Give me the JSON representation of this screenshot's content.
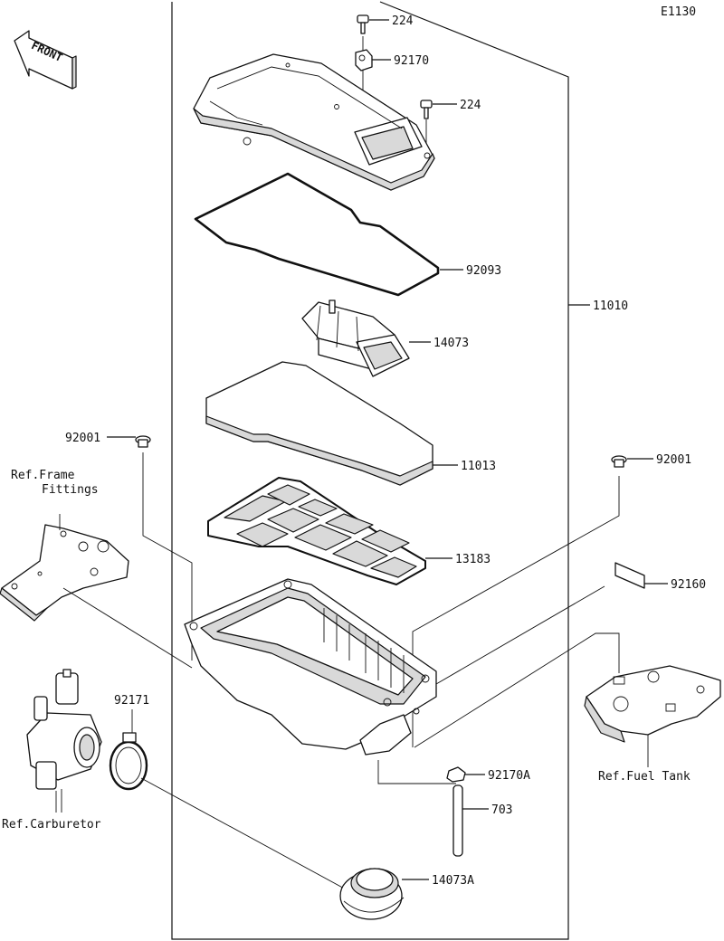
{
  "diagram_code": "E1130",
  "front_label": "FRONT",
  "callouts": {
    "c224a": "224",
    "c92170": "92170",
    "c224b": "224",
    "c92093": "92093",
    "c11010": "11010",
    "c14073": "14073",
    "c92001a": "92001",
    "c11013": "11013",
    "c92001b": "92001",
    "c13183": "13183",
    "c92160": "92160",
    "c92171": "92171",
    "c92170A": "92170A",
    "c703": "703",
    "c14073A": "14073A"
  },
  "refs": {
    "frame_line1": "Ref.Frame",
    "frame_line2": "Fittings",
    "fuel_tank": "Ref.Fuel Tank",
    "carburetor": "Ref.Carburetor"
  }
}
